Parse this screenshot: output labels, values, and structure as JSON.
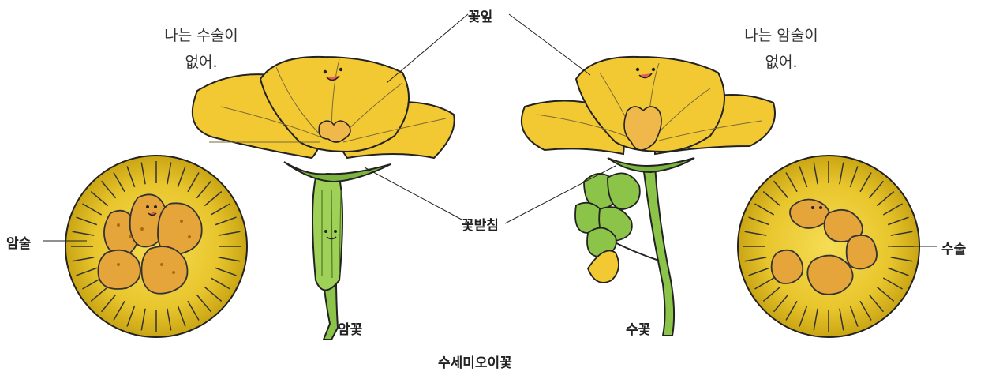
{
  "labels": {
    "petal": "꽃잎",
    "sepal": "꽃받침",
    "pistil": "암술",
    "stamen": "수술",
    "female_flower": "암꽃",
    "male_flower": "수꽃",
    "caption": "수세미오이꽃"
  },
  "speech": {
    "female": {
      "line1": "나는 수술이",
      "line2": "없어."
    },
    "male": {
      "line1": "나는 암술이",
      "line2": "없어."
    }
  },
  "colors": {
    "petal_yellow": "#f2c932",
    "petal_shade": "#e0a81c",
    "stem_green": "#8cc44a",
    "sepal_green": "#7bb540",
    "circle_yellow": "#e8c52c",
    "organ_orange": "#e6a53a",
    "line": "#222222"
  }
}
